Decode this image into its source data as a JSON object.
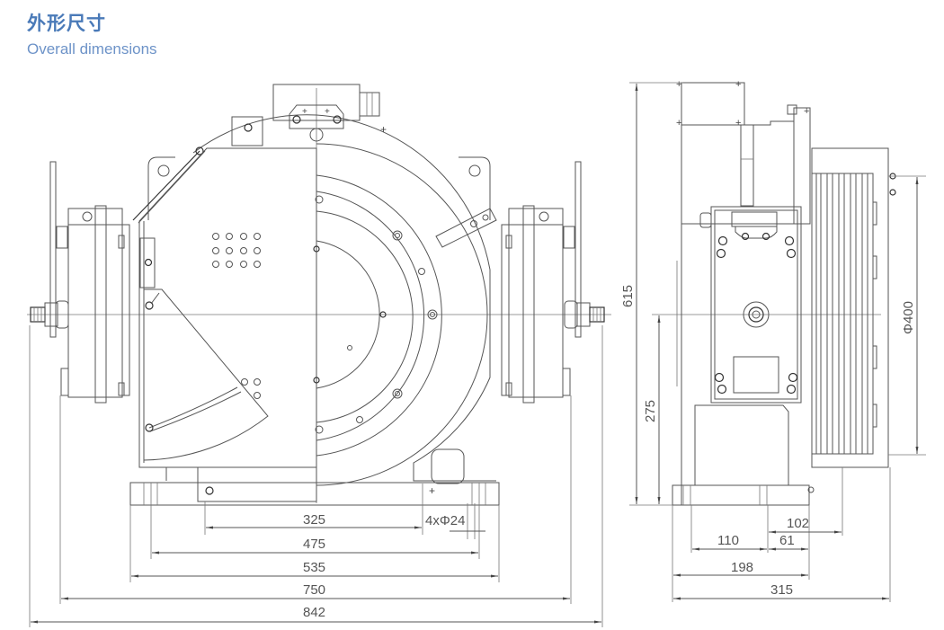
{
  "header": {
    "title_cn": "外形尺寸",
    "title_en": "Overall dimensions"
  },
  "front_view": {
    "dimensions": {
      "d325": "325",
      "hole_spec": "4xΦ24",
      "d475": "475",
      "d535": "535",
      "d750": "750",
      "d842": "842"
    }
  },
  "side_view": {
    "dimensions": {
      "height": "615",
      "center_height": "275",
      "sheave_diameter": "Φ400",
      "d102": "102",
      "d110": "110",
      "d61": "61",
      "d198": "198",
      "d315": "315"
    }
  },
  "colors": {
    "title": "#4a7ab8",
    "subtitle": "#6d93c8",
    "line": "#555555"
  }
}
